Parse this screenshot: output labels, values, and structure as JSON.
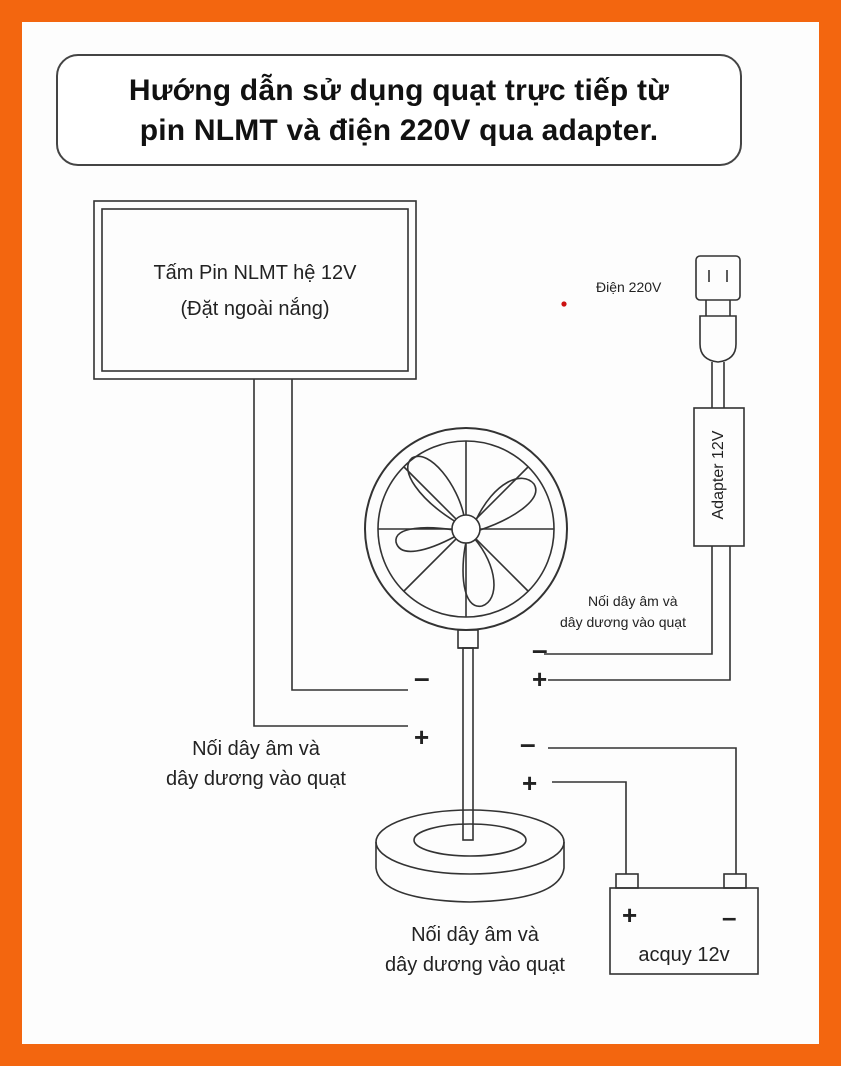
{
  "diagram": {
    "title_line1": "Hướng dẫn sử dụng quạt trực tiếp từ",
    "title_line2": "pin NLMT và điện 220V qua adapter.",
    "panel": {
      "line1": "Tấm Pin NLMT hệ 12V",
      "line2": "(Đặt ngoài nắng)"
    },
    "outlet_label": "Điện 220V",
    "adapter_label": "Adapter 12V",
    "adapter_note": {
      "line1": "Nối dây âm và",
      "line2": "dây dương vào quạt"
    },
    "panel_note": {
      "line1": "Nối dây âm và",
      "line2": "dây dương vào quạt"
    },
    "base_note": {
      "line1": "Nối dây âm và",
      "line2": "dây dương vào quạt"
    },
    "battery": {
      "plus": "+",
      "minus": "–",
      "label": "acquy 12v"
    },
    "signs": {
      "minus": "–",
      "plus": "+"
    },
    "colors": {
      "frame": "#f3660f",
      "line": "#333333",
      "dot": "#cc1111"
    }
  }
}
